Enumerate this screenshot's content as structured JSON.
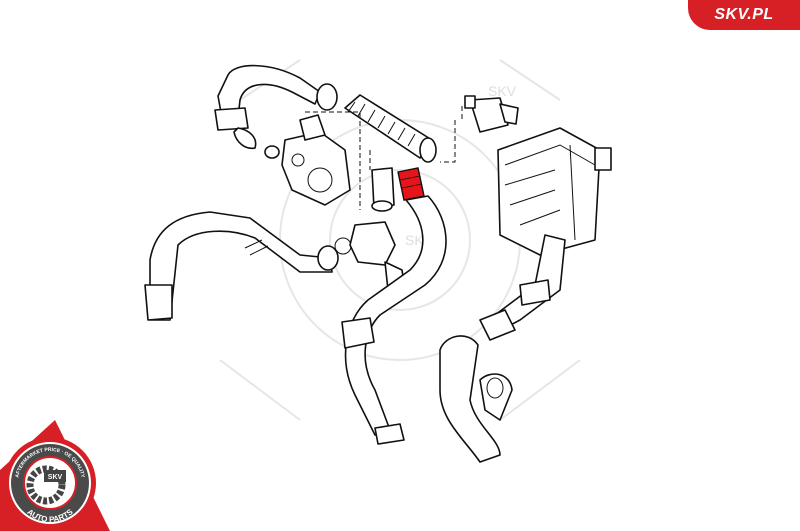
{
  "brand_banner": {
    "text": "SKV.PL",
    "color": "#d71f26"
  },
  "badge": {
    "top_text": "AFTERMARKET PRICE · OE QUALITY",
    "center_text": "SKV",
    "bottom_text": "AUTO PARTS",
    "color": "#d71f26"
  },
  "watermark": {
    "text": "SKV"
  },
  "diagram": {
    "highlight_color": "#e8141c",
    "highlighted_part": "intercooler-hose-coupling"
  }
}
